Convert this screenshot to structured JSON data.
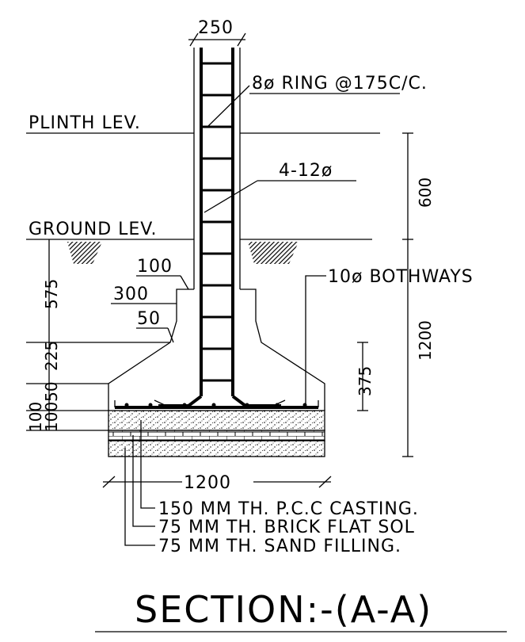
{
  "drawing": {
    "title": "SECTION:-(A-A)",
    "top_width": "250",
    "ring_label": "8ø RING @175C/C.",
    "plinth_label": "PLINTH LEV.",
    "bars_label": "4-12ø",
    "ground_label": "GROUND LEV.",
    "offset_100": "100",
    "offset_300": "300",
    "offset_50": "50",
    "bothways_label": "10ø BOTHWAYS",
    "dim_575": "575",
    "dim_225": "225",
    "dim_100_50": "10050",
    "dim_100_b": "100",
    "dim_600": "600",
    "dim_1200_v": "1200",
    "dim_375": "375",
    "dim_1200_h": "1200",
    "pcc_label": "150 MM TH. P.C.C CASTING.",
    "brick_label": "75 MM TH. BRICK FLAT SOL",
    "sand_label": "75 MM TH. SAND FILLING."
  }
}
